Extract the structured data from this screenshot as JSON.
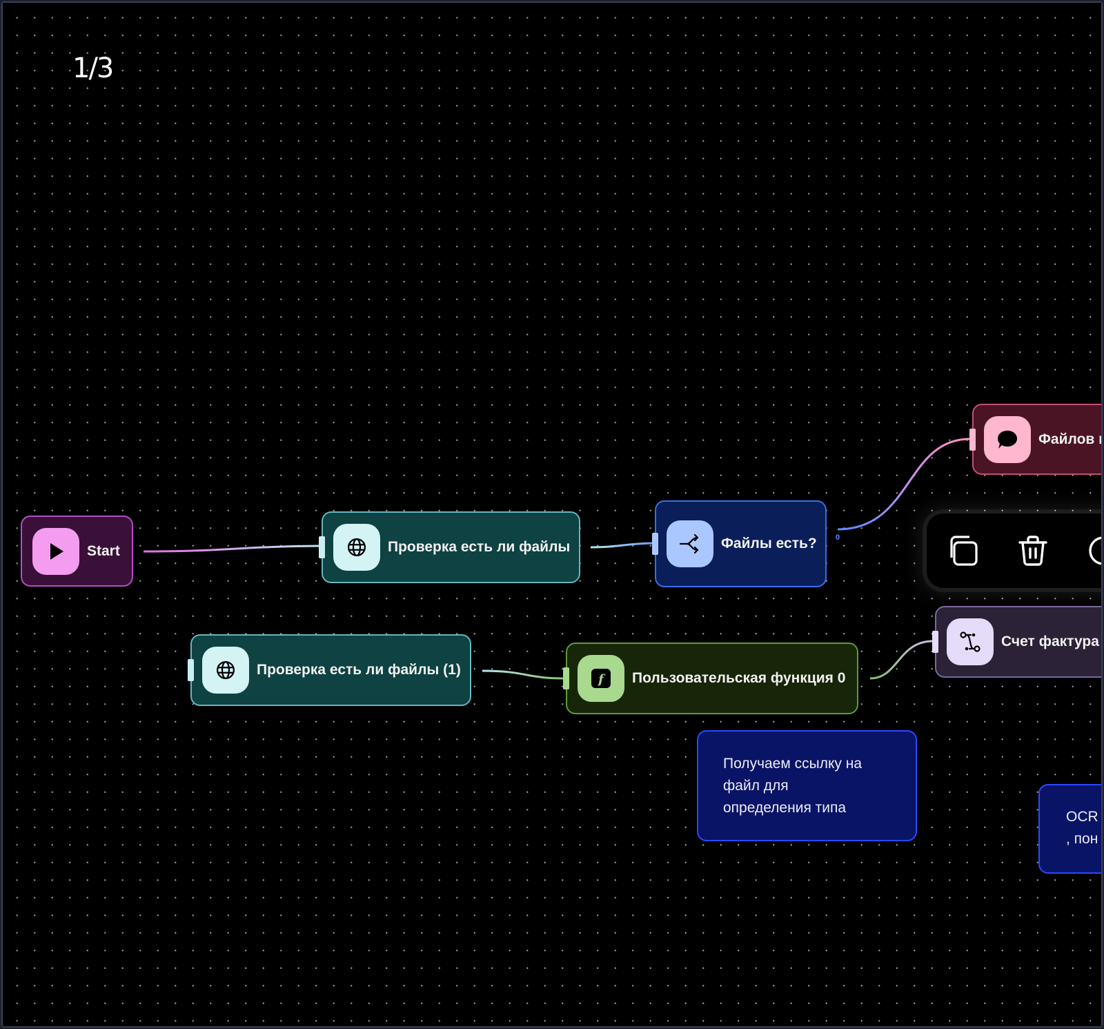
{
  "page_indicator": "1/3",
  "nodes": {
    "start": {
      "label": "Start",
      "icon": "play-icon",
      "border": "#b54fc4",
      "bg": "#3a1038",
      "icon_bg": "#f49cf0",
      "handle": null
    },
    "check_files": {
      "label": "Проверка есть ли файлы",
      "icon": "globe-icon",
      "border": "#67b7c0",
      "bg": "#0f4242",
      "icon_bg": "#d3f3f5",
      "handle": "#c8f0f3"
    },
    "files_exist": {
      "label": "Файлы есть?",
      "icon": "branch-icon",
      "border": "#3a6fe6",
      "bg": "#0a1f5a",
      "icon_bg": "#aac8ff",
      "handle": "#aac8ff",
      "output_port_label": "0"
    },
    "no_files_message": {
      "label": "Файлов н",
      "icon": "message-icon",
      "border": "#c4506e",
      "bg": "#4a1424",
      "icon_bg": "#ffb7cf",
      "handle": "#ffb7cf"
    },
    "invoice": {
      "label": "Счет фактура",
      "icon": "route-icon",
      "border": "#7a6aa0",
      "bg": "#2c2238",
      "icon_bg": "#e4dcf8",
      "handle": "#e4dcf8"
    },
    "check_files_1": {
      "label": "Проверка есть ли файлы (1)",
      "icon": "globe-icon",
      "border": "#67b7c0",
      "bg": "#0f4242",
      "icon_bg": "#d3f3f5",
      "handle": "#c8f0f3"
    },
    "custom_function": {
      "label": "Пользовательская функция 0",
      "icon": "function-icon",
      "border": "#5d9c3a",
      "bg": "#172608",
      "icon_bg": "#a8d98f",
      "handle": "#a8d98f"
    }
  },
  "notes": [
    {
      "text": "Получаем ссылку на\nфайл для\nопределения типа"
    },
    {
      "text": "OCR \n, пон"
    }
  ],
  "toolbar": {
    "buttons": [
      {
        "name": "duplicate",
        "icon": "copy-icon"
      },
      {
        "name": "delete",
        "icon": "trash-icon"
      },
      {
        "name": "info",
        "icon": "info-icon"
      }
    ]
  },
  "edges": [
    {
      "from": "start",
      "to": "check_files",
      "from_color": "#e46ce2",
      "to_color": "#b8e6ef"
    },
    {
      "from": "check_files",
      "to": "files_exist",
      "from_color": "#b8e6ef",
      "to_color": "#6c9cf5"
    },
    {
      "from": "files_exist",
      "to": "no_files_message",
      "from_color": "#5b8cff",
      "to_color": "#ff90c0"
    },
    {
      "from": "check_files_1",
      "to": "custom_function",
      "from_color": "#b8e6ef",
      "to_color": "#86c26c"
    },
    {
      "from": "custom_function",
      "to": "invoice",
      "from_color": "#86c26c",
      "to_color": "#cbbde8"
    }
  ]
}
